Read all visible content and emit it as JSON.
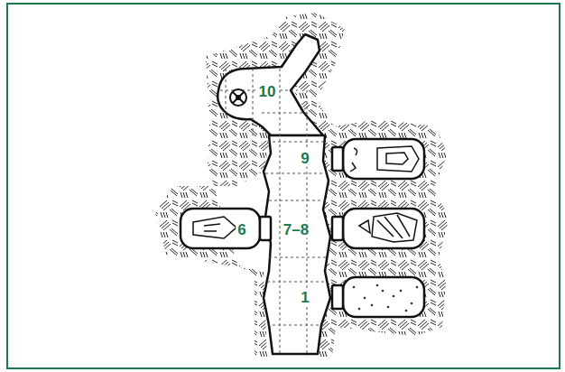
{
  "diagram": {
    "labels": [
      "10",
      "9",
      "6",
      "7–8",
      "1"
    ]
  }
}
